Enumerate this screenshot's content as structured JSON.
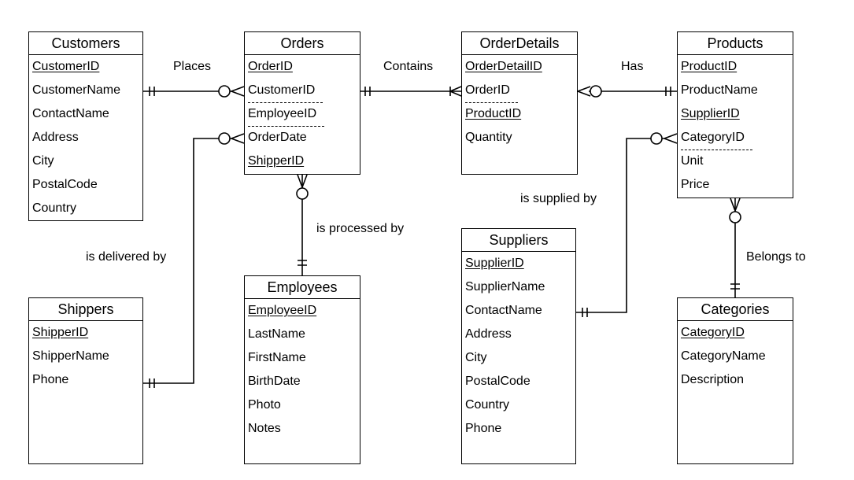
{
  "entities": {
    "customers": {
      "title": "Customers",
      "fields": [
        {
          "name": "CustomerID",
          "pk": true,
          "fk": false
        },
        {
          "name": "CustomerName",
          "pk": false,
          "fk": false
        },
        {
          "name": "ContactName",
          "pk": false,
          "fk": false
        },
        {
          "name": "Address",
          "pk": false,
          "fk": false
        },
        {
          "name": "City",
          "pk": false,
          "fk": false
        },
        {
          "name": "PostalCode",
          "pk": false,
          "fk": false
        },
        {
          "name": "Country",
          "pk": false,
          "fk": false
        }
      ]
    },
    "orders": {
      "title": "Orders",
      "fields": [
        {
          "name": "OrderID",
          "pk": true,
          "fk": false
        },
        {
          "name": "CustomerID",
          "pk": false,
          "fk": true
        },
        {
          "name": "EmployeeID",
          "pk": false,
          "fk": true
        },
        {
          "name": "OrderDate",
          "pk": false,
          "fk": false
        },
        {
          "name": "ShipperID",
          "pk": true,
          "fk": false
        }
      ]
    },
    "orderdetails": {
      "title": "OrderDetails",
      "fields": [
        {
          "name": "OrderDetailID",
          "pk": true,
          "fk": false
        },
        {
          "name": "OrderID",
          "pk": false,
          "fk": true
        },
        {
          "name": "ProductID",
          "pk": true,
          "fk": false
        },
        {
          "name": "Quantity",
          "pk": false,
          "fk": false
        }
      ]
    },
    "products": {
      "title": "Products",
      "fields": [
        {
          "name": "ProductID",
          "pk": true,
          "fk": false
        },
        {
          "name": "ProductName",
          "pk": false,
          "fk": false
        },
        {
          "name": "SupplierID",
          "pk": true,
          "fk": false
        },
        {
          "name": "CategoryID",
          "pk": false,
          "fk": true
        },
        {
          "name": "Unit",
          "pk": false,
          "fk": false
        },
        {
          "name": "Price",
          "pk": false,
          "fk": false
        }
      ]
    },
    "shippers": {
      "title": "Shippers",
      "fields": [
        {
          "name": "ShipperID",
          "pk": true,
          "fk": false
        },
        {
          "name": "ShipperName",
          "pk": false,
          "fk": false
        },
        {
          "name": "Phone",
          "pk": false,
          "fk": false
        }
      ]
    },
    "employees": {
      "title": "Employees",
      "fields": [
        {
          "name": "EmployeeID",
          "pk": true,
          "fk": false
        },
        {
          "name": "LastName",
          "pk": false,
          "fk": false
        },
        {
          "name": "FirstName",
          "pk": false,
          "fk": false
        },
        {
          "name": "BirthDate",
          "pk": false,
          "fk": false
        },
        {
          "name": "Photo",
          "pk": false,
          "fk": false
        },
        {
          "name": "Notes",
          "pk": false,
          "fk": false
        }
      ]
    },
    "suppliers": {
      "title": "Suppliers",
      "fields": [
        {
          "name": "SupplierID",
          "pk": true,
          "fk": false
        },
        {
          "name": "SupplierName",
          "pk": false,
          "fk": false
        },
        {
          "name": "ContactName",
          "pk": false,
          "fk": false
        },
        {
          "name": "Address",
          "pk": false,
          "fk": false
        },
        {
          "name": "City",
          "pk": false,
          "fk": false
        },
        {
          "name": "PostalCode",
          "pk": false,
          "fk": false
        },
        {
          "name": "Country",
          "pk": false,
          "fk": false
        },
        {
          "name": "Phone",
          "pk": false,
          "fk": false
        }
      ]
    },
    "categories": {
      "title": "Categories",
      "fields": [
        {
          "name": "CategoryID",
          "pk": true,
          "fk": false
        },
        {
          "name": "CategoryName",
          "pk": false,
          "fk": false
        },
        {
          "name": "Description",
          "pk": false,
          "fk": false
        }
      ]
    }
  },
  "relationships": [
    {
      "id": "places",
      "label": "Places",
      "from": "Customers",
      "to": "Orders"
    },
    {
      "id": "contains",
      "label": "Contains",
      "from": "Orders",
      "to": "OrderDetails"
    },
    {
      "id": "has",
      "label": "Has",
      "from": "Products",
      "to": "OrderDetails"
    },
    {
      "id": "delivered",
      "label": "is delivered by",
      "from": "Shippers",
      "to": "Orders"
    },
    {
      "id": "processed",
      "label": "is processed by",
      "from": "Employees",
      "to": "Orders"
    },
    {
      "id": "supplied",
      "label": "is supplied by",
      "from": "Suppliers",
      "to": "Products"
    },
    {
      "id": "belongs",
      "label": "Belongs to",
      "from": "Categories",
      "to": "Products"
    }
  ]
}
